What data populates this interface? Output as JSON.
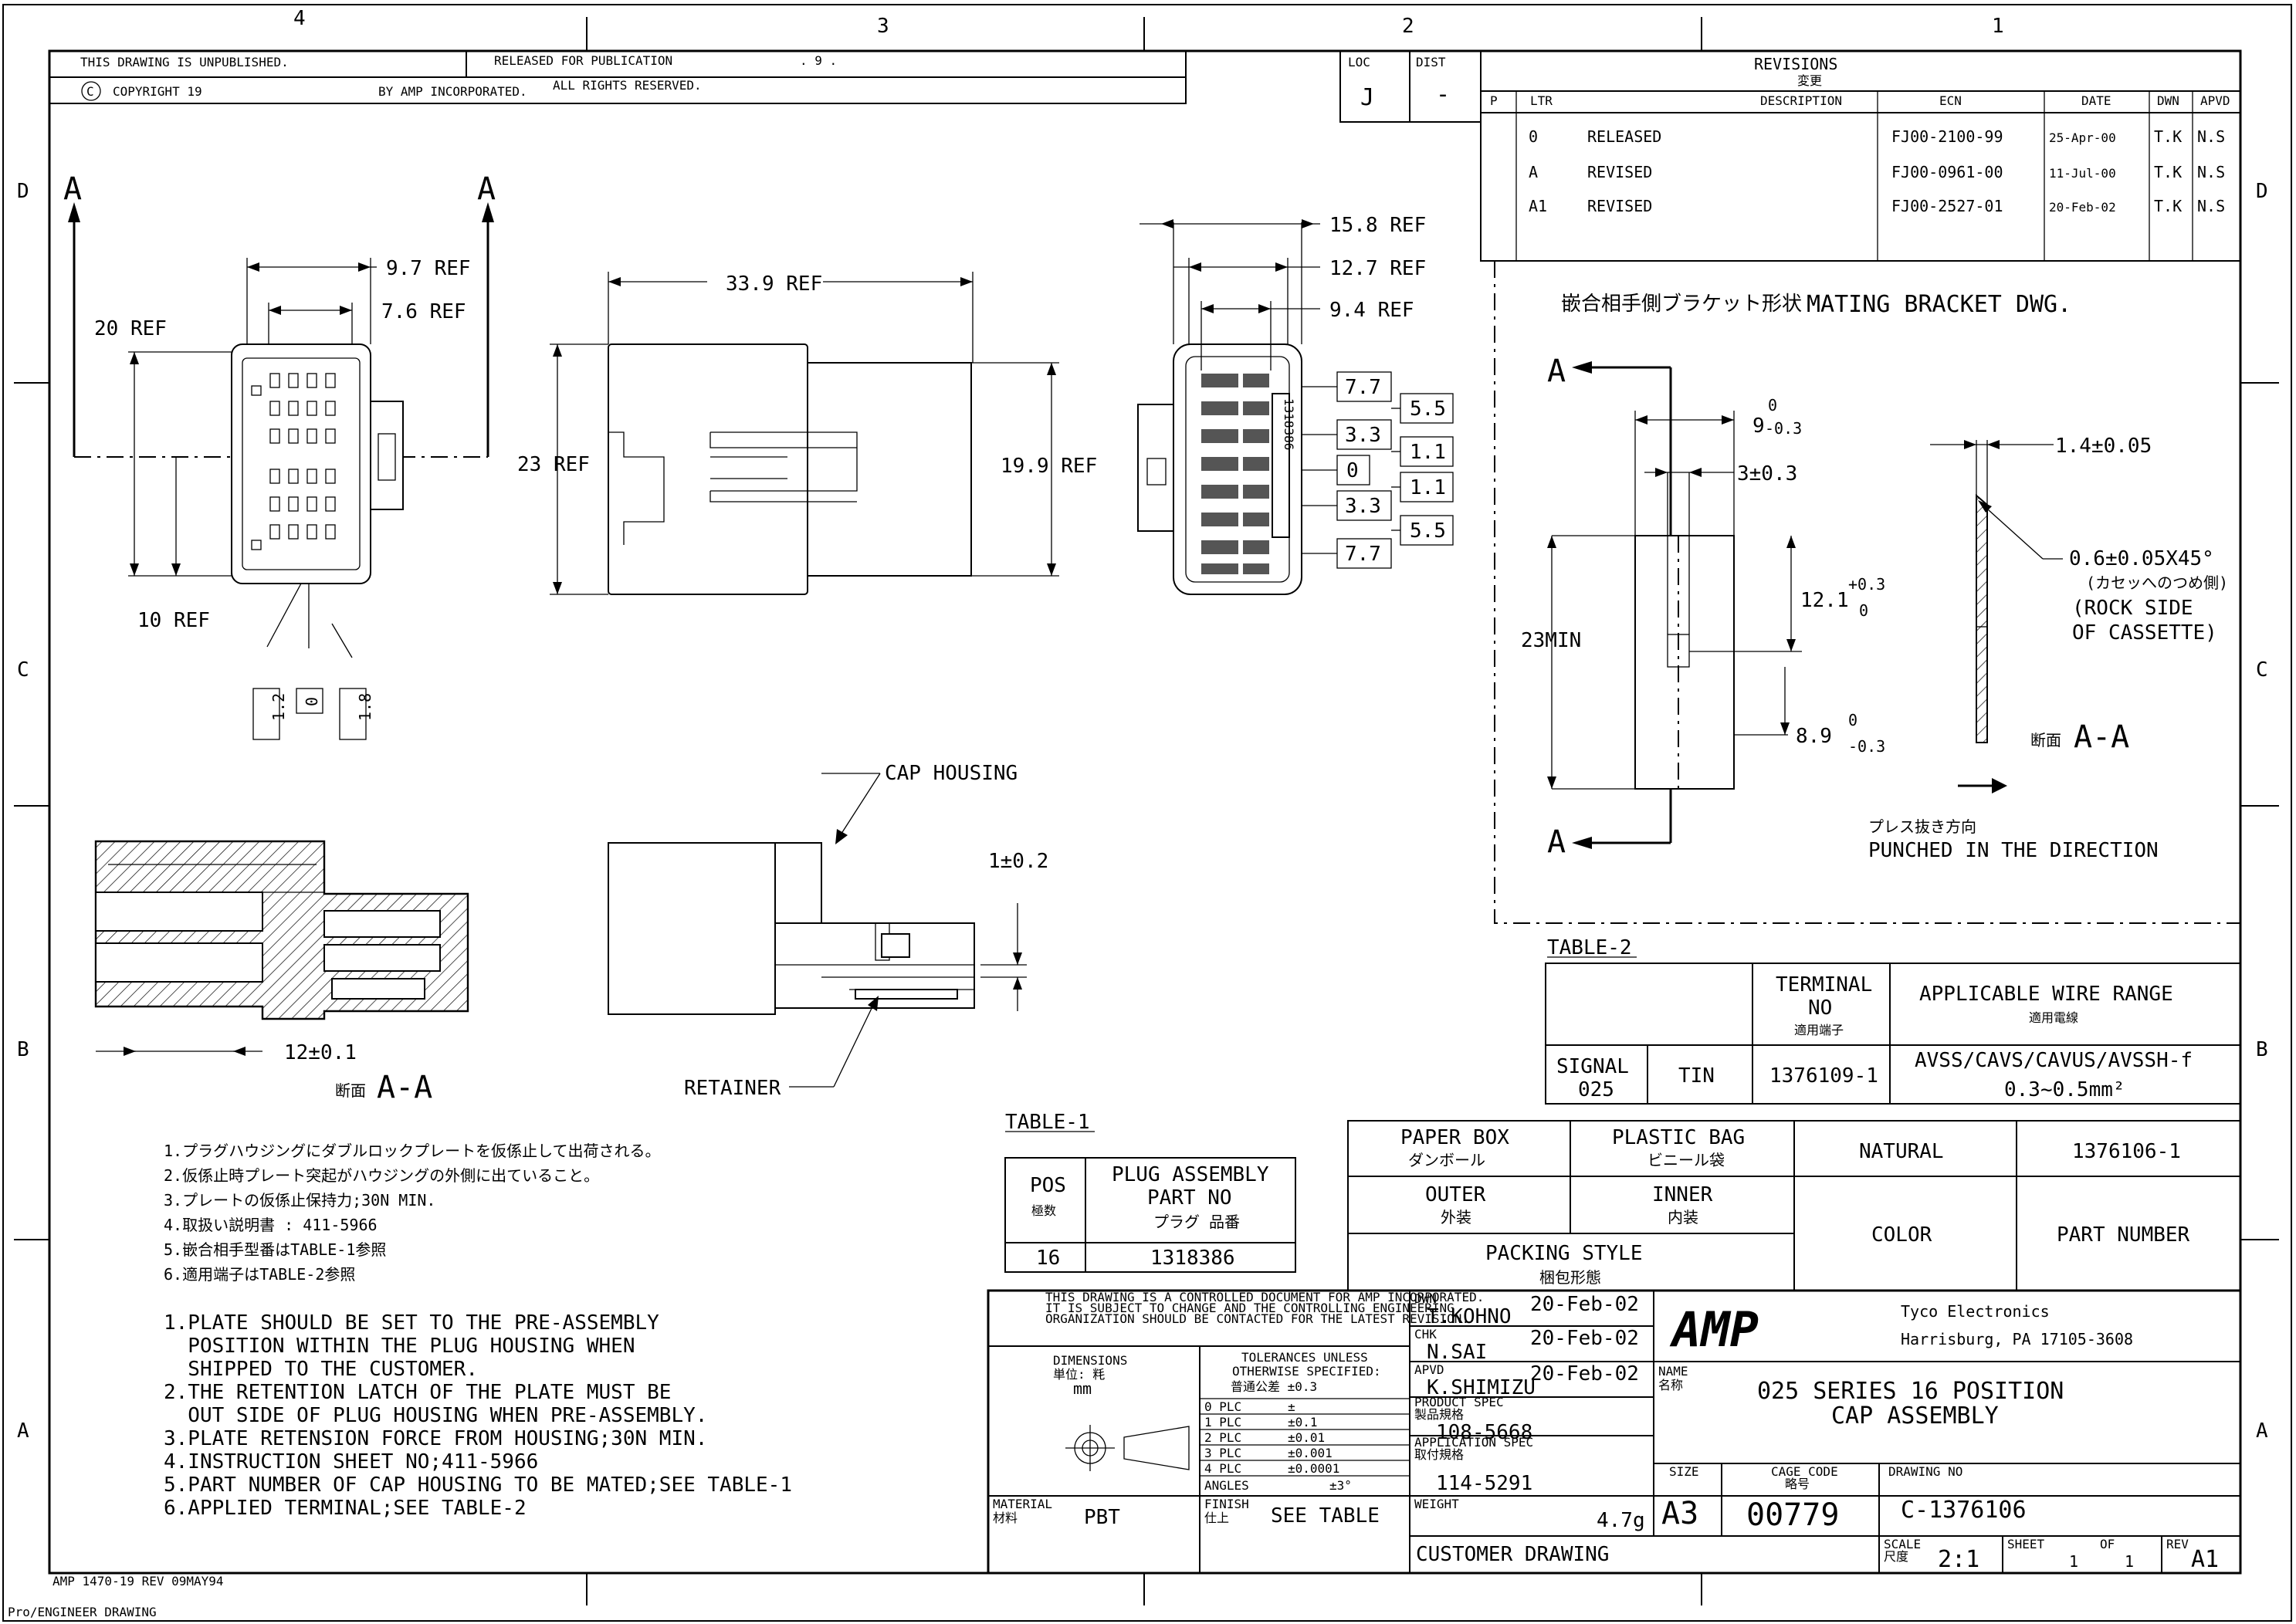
{
  "zones": {
    "top": [
      "4",
      "3",
      "2",
      "1"
    ],
    "side": [
      "D",
      "C",
      "B",
      "A"
    ]
  },
  "header": {
    "unpublished": "THIS DRAWING IS UNPUBLISHED.",
    "released": "RELEASED FOR PUBLICATION",
    "released_date": ". 9 .",
    "copyright": "COPYRIGHT 19",
    "by_amp": "BY AMP INCORPORATED.",
    "rights": "ALL RIGHTS RESERVED.",
    "loc_label": "LOC",
    "loc_value": "J",
    "dist_label": "DIST",
    "dist_value": "-"
  },
  "revisions": {
    "title": "REVISIONS",
    "title_jp": "変更",
    "headers": [
      "P",
      "LTR",
      "DESCRIPTION",
      "ECN",
      "DATE",
      "DWN",
      "APVD"
    ],
    "rows": [
      {
        "ltr": "0",
        "desc": "RELEASED",
        "ecn": "FJ00-2100-99",
        "date": "25-Apr-00",
        "dwn": "T.K",
        "apvd": "N.S"
      },
      {
        "ltr": "A",
        "desc": "REVISED",
        "ecn": "FJ00-0961-00",
        "date": "11-Jul-00",
        "dwn": "T.K",
        "apvd": "N.S"
      },
      {
        "ltr": "A1",
        "desc": "REVISED",
        "ecn": "FJ00-2527-01",
        "date": "20-Feb-02",
        "dwn": "T.K",
        "apvd": "N.S"
      }
    ]
  },
  "views": {
    "front": {
      "sec_left": "A",
      "sec_right": "A",
      "d1": "9.7 REF",
      "d2": "7.6 REF",
      "d3": "20 REF",
      "d4": "10 REF",
      "c1": "1.2",
      "c2": "0",
      "c3": "1.8"
    },
    "side": {
      "w": "33.9 REF",
      "h": "23 REF",
      "h2": "19.9 REF"
    },
    "rear": {
      "d1": "15.8 REF",
      "d2": "12.7 REF",
      "d3": "9.4 REF",
      "mark": "1318386",
      "boxes_l": [
        "7.7",
        "3.3",
        "0",
        "3.3",
        "7.7"
      ],
      "boxes_r": [
        "5.5",
        "1.1",
        "1.1",
        "5.5"
      ]
    },
    "section_aa": {
      "dim": "12±0.1",
      "label_jp": "断面",
      "label": "A-A"
    },
    "cap_side": {
      "cap": "CAP HOUSING",
      "ret": "RETAINER",
      "tol": "1±0.2"
    }
  },
  "bracket": {
    "title_jp": "嵌合相手側ブラケット形状",
    "title": "MATING BRACKET DWG.",
    "a_top": "A",
    "a_bot": "A",
    "dim9": "9",
    "dim9_up": "0",
    "dim9_lo": "-0.3",
    "dim3": "3±0.3",
    "dim23": "23MIN",
    "dim121": "12.1",
    "dim121_up": "+0.3",
    "dim121_lo": "0",
    "dim89": "8.9",
    "dim89_up": "0",
    "dim89_lo": "-0.3",
    "t14": "1.4±0.05",
    "chamfer": "0.6±0.05X45°",
    "chamfer_jp": "(カセッへのつめ側)",
    "rock": "(ROCK SIDE",
    "rock2": "OF CASSETTE)",
    "sec_jp": "断面",
    "sec": "A-A",
    "punch_jp": "プレス抜き方向",
    "punch": "PUNCHED IN THE DIRECTION"
  },
  "table2": {
    "title": "TABLE-2",
    "h_term": "TERMINAL",
    "h_no": "NO",
    "h_no_jp": "適用端子",
    "h_wire": "APPLICABLE WIRE RANGE",
    "h_wire_jp": "適用電線",
    "signal": "SIGNAL",
    "sig_025": "025",
    "tin": "TIN",
    "term_no": "1376109-1",
    "wires": "AVSS/CAVS/CAVUS/AVSSH-f",
    "range": "0.3~0.5mm²"
  },
  "table1": {
    "title": "TABLE-1",
    "h_pos": "POS",
    "h_pos_jp": "極数",
    "h_plug": "PLUG ASSEMBLY",
    "h_part": "PART NO",
    "h_part_jp": "プラグ 品番",
    "pos": "16",
    "part": "1318386"
  },
  "packing": {
    "paper": "PAPER BOX",
    "paper_jp": "ダンボール",
    "plastic": "PLASTIC BAG",
    "plastic_jp": "ビニール袋",
    "outer": "OUTER",
    "outer_jp": "外装",
    "inner": "INNER",
    "inner_jp": "内装",
    "style": "PACKING STYLE",
    "style_jp": "梱包形態",
    "natural": "NATURAL",
    "pn_value": "1376106-1",
    "color": "COLOR",
    "pn": "PART NUMBER"
  },
  "notes_jp": [
    "1.プラグハウジングにダブルロックプレートを仮係止して出荷される。",
    "2.仮係止時プレート突起がハウジングの外側に出ていること。",
    "3.プレートの仮係止保持力;30N MIN.",
    "4.取扱い説明書 : 411-5966",
    "5.嵌合相手型番はTABLE-1参照",
    "6.適用端子はTABLE-2参照"
  ],
  "notes_en": [
    "1.PLATE SHOULD BE SET TO THE PRE-ASSEMBLY",
    "  POSITION WITHIN THE PLUG HOUSING WHEN",
    "  SHIPPED TO THE CUSTOMER.",
    "2.THE RETENTION LATCH OF THE PLATE MUST BE",
    "  OUT SIDE OF PLUG HOUSING WHEN PRE-ASSEMBLY.",
    "3.PLATE RETENSION FORCE FROM HOUSING;30N MIN.",
    "4.INSTRUCTION SHEET NO;411-5966",
    "5.PART NUMBER OF CAP HOUSING TO BE MATED;SEE TABLE-1",
    "6.APPLIED TERMINAL;SEE TABLE-2"
  ],
  "title_block": {
    "controlled1": "THIS DRAWING IS A CONTROLLED DOCUMENT FOR AMP INCORPORATED.",
    "controlled2": "IT IS SUBJECT TO CHANGE AND THE CONTROLLING ENGINEERING",
    "controlled3": "ORGANIZATION SHOULD BE CONTACTED FOR THE LATEST REVISION.",
    "dims": "DIMENSIONS",
    "unit_jp": "単位: 粍",
    "unit": "mm",
    "tol": "TOLERANCES UNLESS",
    "tol2": "OTHERWISE SPECIFIED:",
    "tol_jp": "普通公差 ±0.3",
    "tol_rows": [
      [
        "0 PLC",
        "±"
      ],
      [
        "1 PLC",
        "±0.1"
      ],
      [
        "2 PLC",
        "±0.01"
      ],
      [
        "3 PLC",
        "±0.001"
      ],
      [
        "4 PLC",
        "±0.0001"
      ],
      [
        "ANGLES",
        "±3°"
      ]
    ],
    "mat_label": "MATERIAL",
    "mat_jp": "材料",
    "material": "PBT",
    "fin_label": "FINISH",
    "fin_jp": "仕上",
    "finish": "SEE TABLE",
    "dwn_label": "DWN",
    "dwn": "T.KOHNO",
    "dwn_date": "20-Feb-02",
    "chk_label": "CHK",
    "chk": "N.SAI",
    "chk_date": "20-Feb-02",
    "apvd_label": "APVD",
    "apvd": "K.SHIMIZU",
    "apvd_date": "20-Feb-02",
    "prod_label": "PRODUCT SPEC",
    "prod_jp": "製品規格",
    "prod": "108-5668",
    "app_label": "APPLICATION SPEC",
    "app_jp": "取付規格",
    "app": "114-5291",
    "wt_label": "WEIGHT",
    "weight": "4.7g",
    "customer": "CUSTOMER DRAWING",
    "logo": "AMP",
    "company": "Tyco Electronics",
    "city": "Harrisburg, PA 17105-3608",
    "name_label": "NAME",
    "name_jp": "名称",
    "name1": "025 SERIES 16 POSITION",
    "name2": "CAP ASSEMBLY",
    "size_label": "SIZE",
    "size": "A3",
    "cage_label": "CAGE CODE",
    "cage_jp": "略号",
    "cage": "00779",
    "dwgno_label": "DRAWING NO",
    "dwgno": "C-1376106",
    "scale_label": "SCALE",
    "scale_jp": "尺度",
    "scale": "2:1",
    "sheet_label": "SHEET",
    "sheet": "1",
    "of": "OF",
    "sheet_of": "1",
    "rev_label": "REV",
    "rev": "A1"
  },
  "footer": {
    "form": "AMP 1470-19 REV 09MAY94",
    "pro": "Pro/ENGINEER DRAWING"
  }
}
